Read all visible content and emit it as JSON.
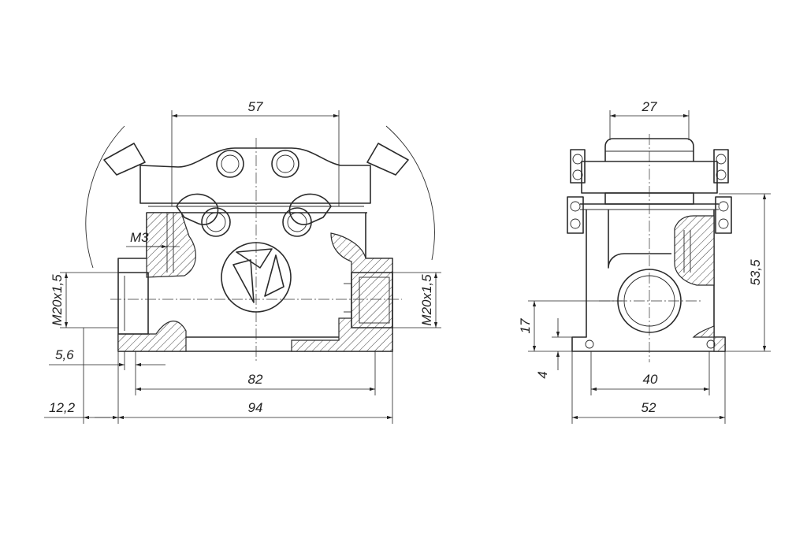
{
  "dimensions": {
    "d57": "57",
    "d27": "27",
    "m3": "M3",
    "thread_left": "M20x1,5",
    "thread_right": "M20x1,5",
    "d53_5": "53,5",
    "d17": "17",
    "d5_6": "5,6",
    "d4": "4",
    "d82": "82",
    "d40": "40",
    "d12_2": "12,2",
    "d94": "94",
    "d52": "52"
  }
}
